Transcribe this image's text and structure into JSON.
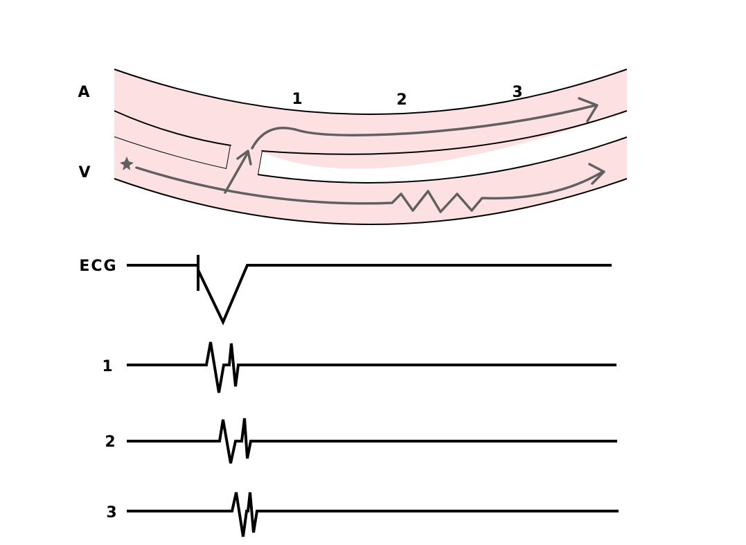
{
  "labels": {
    "atrium": "A",
    "ventricle": "V",
    "site_1": "1",
    "site_2": "2",
    "site_3": "3",
    "ecg": "ECG",
    "trace_1": "1",
    "trace_2": "2",
    "trace_3": "3"
  },
  "colors": {
    "tissue_fill": "#fde0e1",
    "outline": "#000000",
    "conduction_path": "#606060",
    "trace": "#000000"
  },
  "icons": {
    "origin": "star-icon"
  }
}
